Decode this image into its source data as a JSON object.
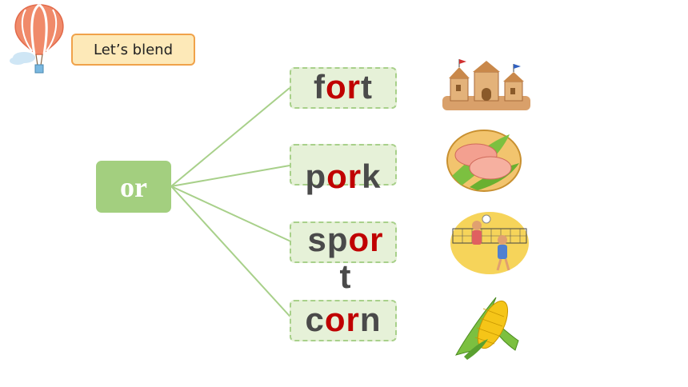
{
  "header": {
    "title": "Let’s blend"
  },
  "phoneme": "or",
  "words": [
    {
      "id": "fort",
      "parts": [
        "f",
        "or",
        "t"
      ],
      "picture": "sand-castle-icon"
    },
    {
      "id": "pork",
      "parts": [
        "p",
        "or",
        "k"
      ],
      "picture": "pork-meat-icon"
    },
    {
      "id": "sport",
      "parts": [
        "sp",
        "or",
        "t"
      ],
      "picture": "volleyball-sport-icon"
    },
    {
      "id": "corn",
      "parts": [
        "c",
        "or",
        "n"
      ],
      "picture": "corn-cob-icon"
    }
  ],
  "colors": {
    "phoneme_box": "#a3cf7f",
    "word_box_fill": "#e6f1d8",
    "word_box_border": "#a8d08a",
    "highlight": "#c00000",
    "word_text": "#4a4a4a",
    "title_box_fill": "#fde9b8",
    "title_box_border": "#f0a24a",
    "link_line": "#a8d08a"
  }
}
